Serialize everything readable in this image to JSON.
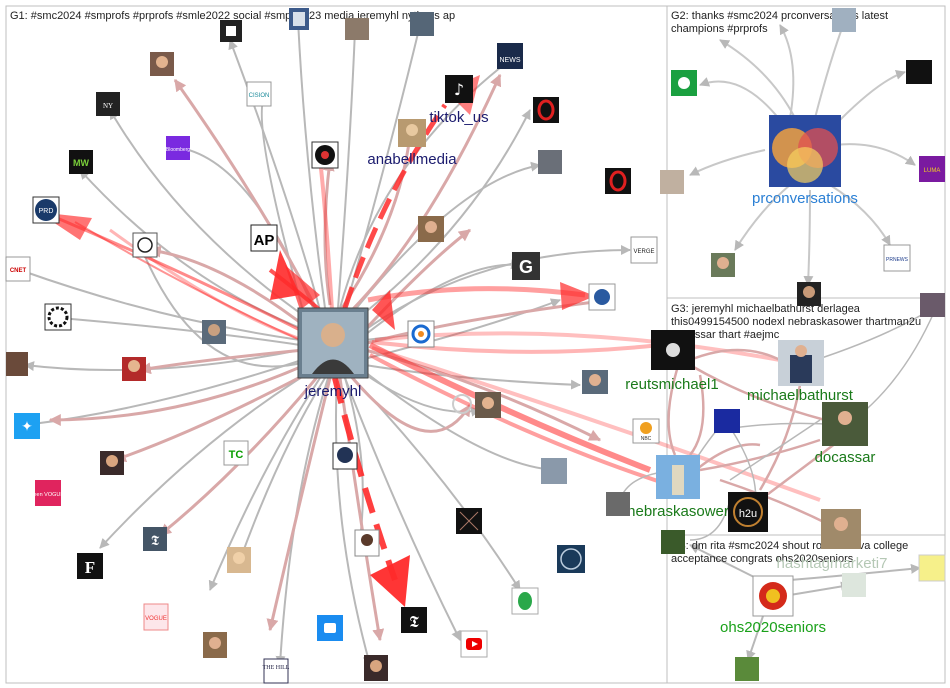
{
  "colors": {
    "edge_gray": "#b8b8b8",
    "edge_pink": "#d9a8a8",
    "edge_red": "#ff2a2a",
    "panel_border": "#bfbfbf",
    "label_g1": "#1b1b6e",
    "label_g2": "#2a7fd4",
    "label_g3": "#1a7a1a",
    "label_g4": "#1aa11a",
    "label_faded": "#b5c8b5"
  },
  "groups": [
    {
      "id": "G1",
      "text": "G1: #smc2024 #smprofs #prprofs #smle2022 social #smpc2023 media jeremyhl nytimes ap"
    },
    {
      "id": "G2",
      "text_lines": [
        "G2: thanks #smc2024 prconversations latest",
        "champions #prprofs"
      ]
    },
    {
      "id": "G3",
      "text_lines": [
        "G3: jeremyhl michaelbathurst derlagea",
        "this0499154500 nodexl nebraskasower thartman2u",
        "docassar thart #aejmc"
      ]
    },
    {
      "id": "G4",
      "text_lines": [
        "G4: dm rita #smc2024 shout rodiles oliva college",
        "acceptance congrats ohs2020seniors"
      ]
    }
  ],
  "node_labels": {
    "jeremyhl": "jeremyhl",
    "tiktok_us": "tiktok_us",
    "anabellmedia": "anabellmedia",
    "prconversations": "prconversations",
    "reutsmichael1": "reutsmichael1",
    "michaelbathurst": "michaelbathurst",
    "docassar": "docassar",
    "nebraskasower": "nebraskasower",
    "hashtagmarketi7": "hashtagmarketi7",
    "ohs2020seniors": "ohs2020seniors"
  },
  "icon_texts": {
    "ap": "AP",
    "g": "G",
    "h2u": "h2u",
    "news": "NEWS",
    "cnet": "CNET",
    "tc": "TC",
    "f": "F",
    "the_hill": "THE HILL",
    "nbc": "NBC",
    "teen_vogue": "teen VOGUE",
    "bloomberg": "Bloomberg",
    "cision": "CISION",
    "prd": "PRD",
    "prnews": "PRNEWS"
  }
}
